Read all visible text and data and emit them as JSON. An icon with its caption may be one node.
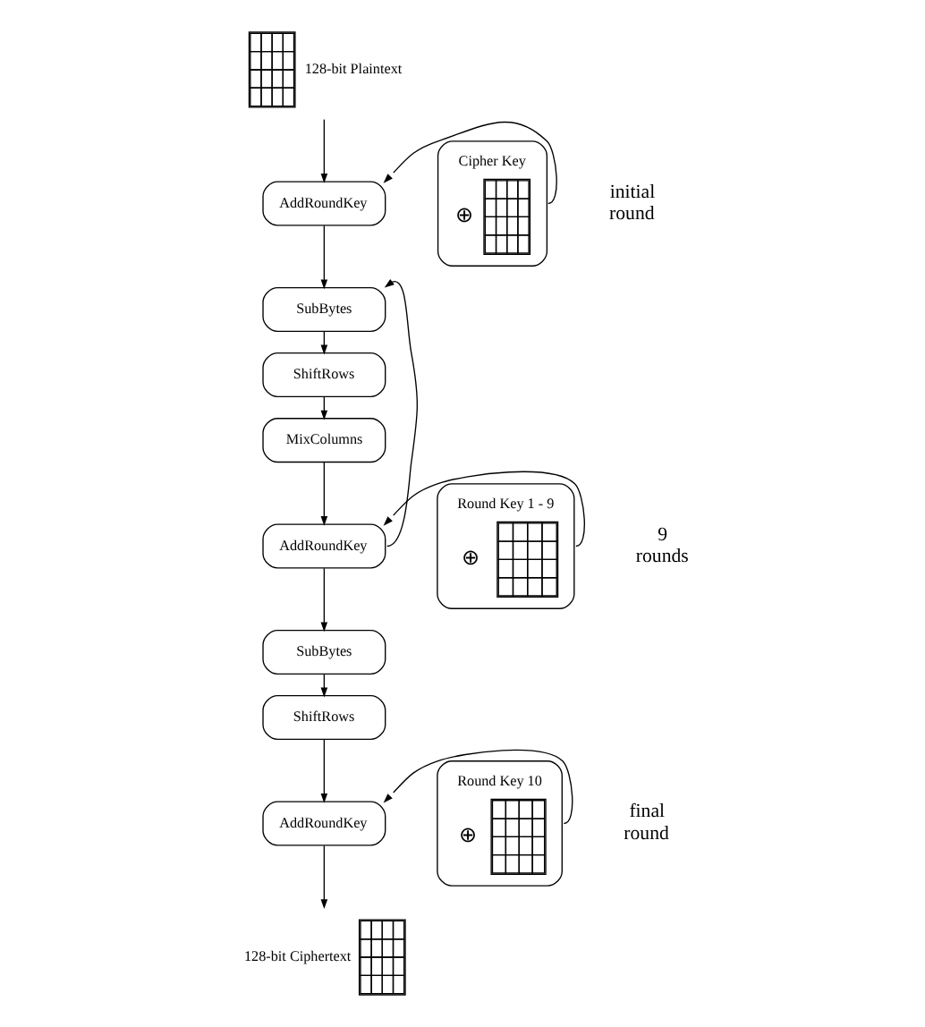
{
  "diagram": {
    "nodes": [
      {
        "text": [
          "128-bit Plaintext"
        ]
      },
      {
        "text": [
          "AddRoundKey"
        ]
      },
      {
        "text": [
          "Cipher Key",
          "⊕"
        ]
      },
      {
        "text": [
          "SubBytes"
        ]
      },
      {
        "text": [
          "ShiftRows"
        ]
      },
      {
        "text": [
          "MixColumns"
        ]
      },
      {
        "text": [
          "AddRoundKey"
        ]
      },
      {
        "text": [
          "Round Key 1 - 9",
          "⊕"
        ]
      },
      {
        "text": [
          "SubBytes"
        ]
      },
      {
        "text": [
          "ShiftRows"
        ]
      },
      {
        "text": [
          "AddRoundKey"
        ]
      },
      {
        "text": [
          "Round Key 10",
          "⊕"
        ]
      },
      {
        "text": [
          "128-bit Ciphertext"
        ]
      }
    ],
    "edges": [
      {
        "from": 0,
        "to": 1,
        "arrow": "to"
      },
      {
        "from": 2,
        "to": 1,
        "arrow": "to"
      },
      {
        "from": 1,
        "to": 3,
        "arrow": "to"
      },
      {
        "from": 3,
        "to": 4,
        "arrow": "to"
      },
      {
        "from": 4,
        "to": 5,
        "arrow": "to"
      },
      {
        "from": 5,
        "to": 6,
        "arrow": "to"
      },
      {
        "from": 7,
        "to": 6,
        "arrow": "to"
      },
      {
        "from": 6,
        "to": 3,
        "arrow": "to"
      },
      {
        "from": 6,
        "to": 8,
        "arrow": "to"
      },
      {
        "from": 8,
        "to": 9,
        "arrow": "to"
      },
      {
        "from": 9,
        "to": 10,
        "arrow": "to"
      },
      {
        "from": 11,
        "to": 10,
        "arrow": "to"
      },
      {
        "from": 10,
        "to": 12,
        "arrow": "to"
      }
    ],
    "labels": [
      "initial round",
      "9 rounds",
      "final round"
    ]
  }
}
